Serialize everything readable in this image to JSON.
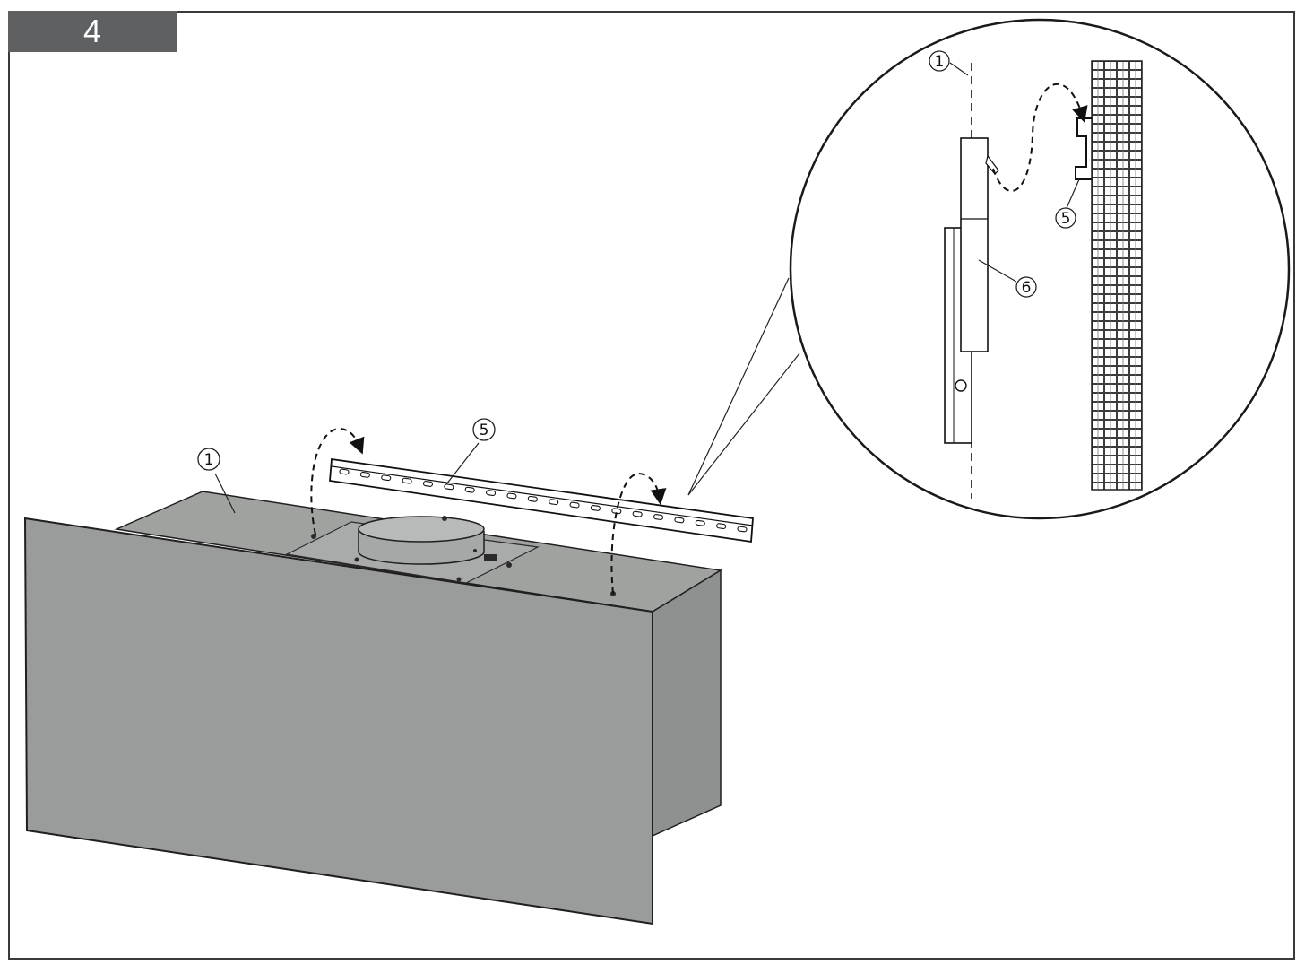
{
  "step": {
    "number": "4"
  },
  "callouts": {
    "hood_body": "1",
    "rail_main": "5",
    "detail_hood": "1",
    "detail_rail": "5",
    "detail_bracket": "6"
  },
  "colors": {
    "hood_front": "#9a9c9b",
    "hood_top": "#9fa19f",
    "hood_side": "#8f9190",
    "badge": "#5f6062",
    "line": "#1a1a1a",
    "wall": "#3c3c3c"
  }
}
